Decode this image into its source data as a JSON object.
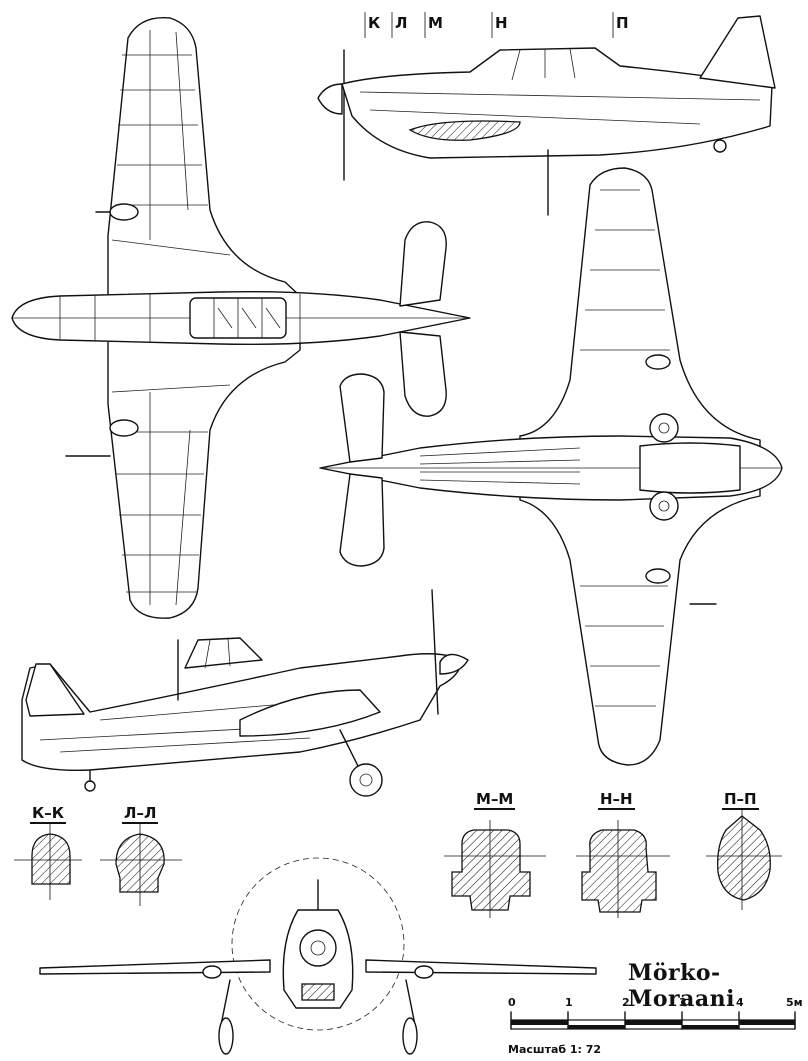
{
  "title": "Mörko-Moraani",
  "side_view_markers": [
    "К",
    "Л",
    "М",
    "Н",
    "П"
  ],
  "section_labels": [
    "К–К",
    "Л–Л",
    "М–М",
    "Н–Н",
    "П–П"
  ],
  "scale_bar": {
    "ticks": [
      "0",
      "1",
      "2",
      "3",
      "4",
      "5м"
    ],
    "caption": "Масштаб  1: 72"
  }
}
